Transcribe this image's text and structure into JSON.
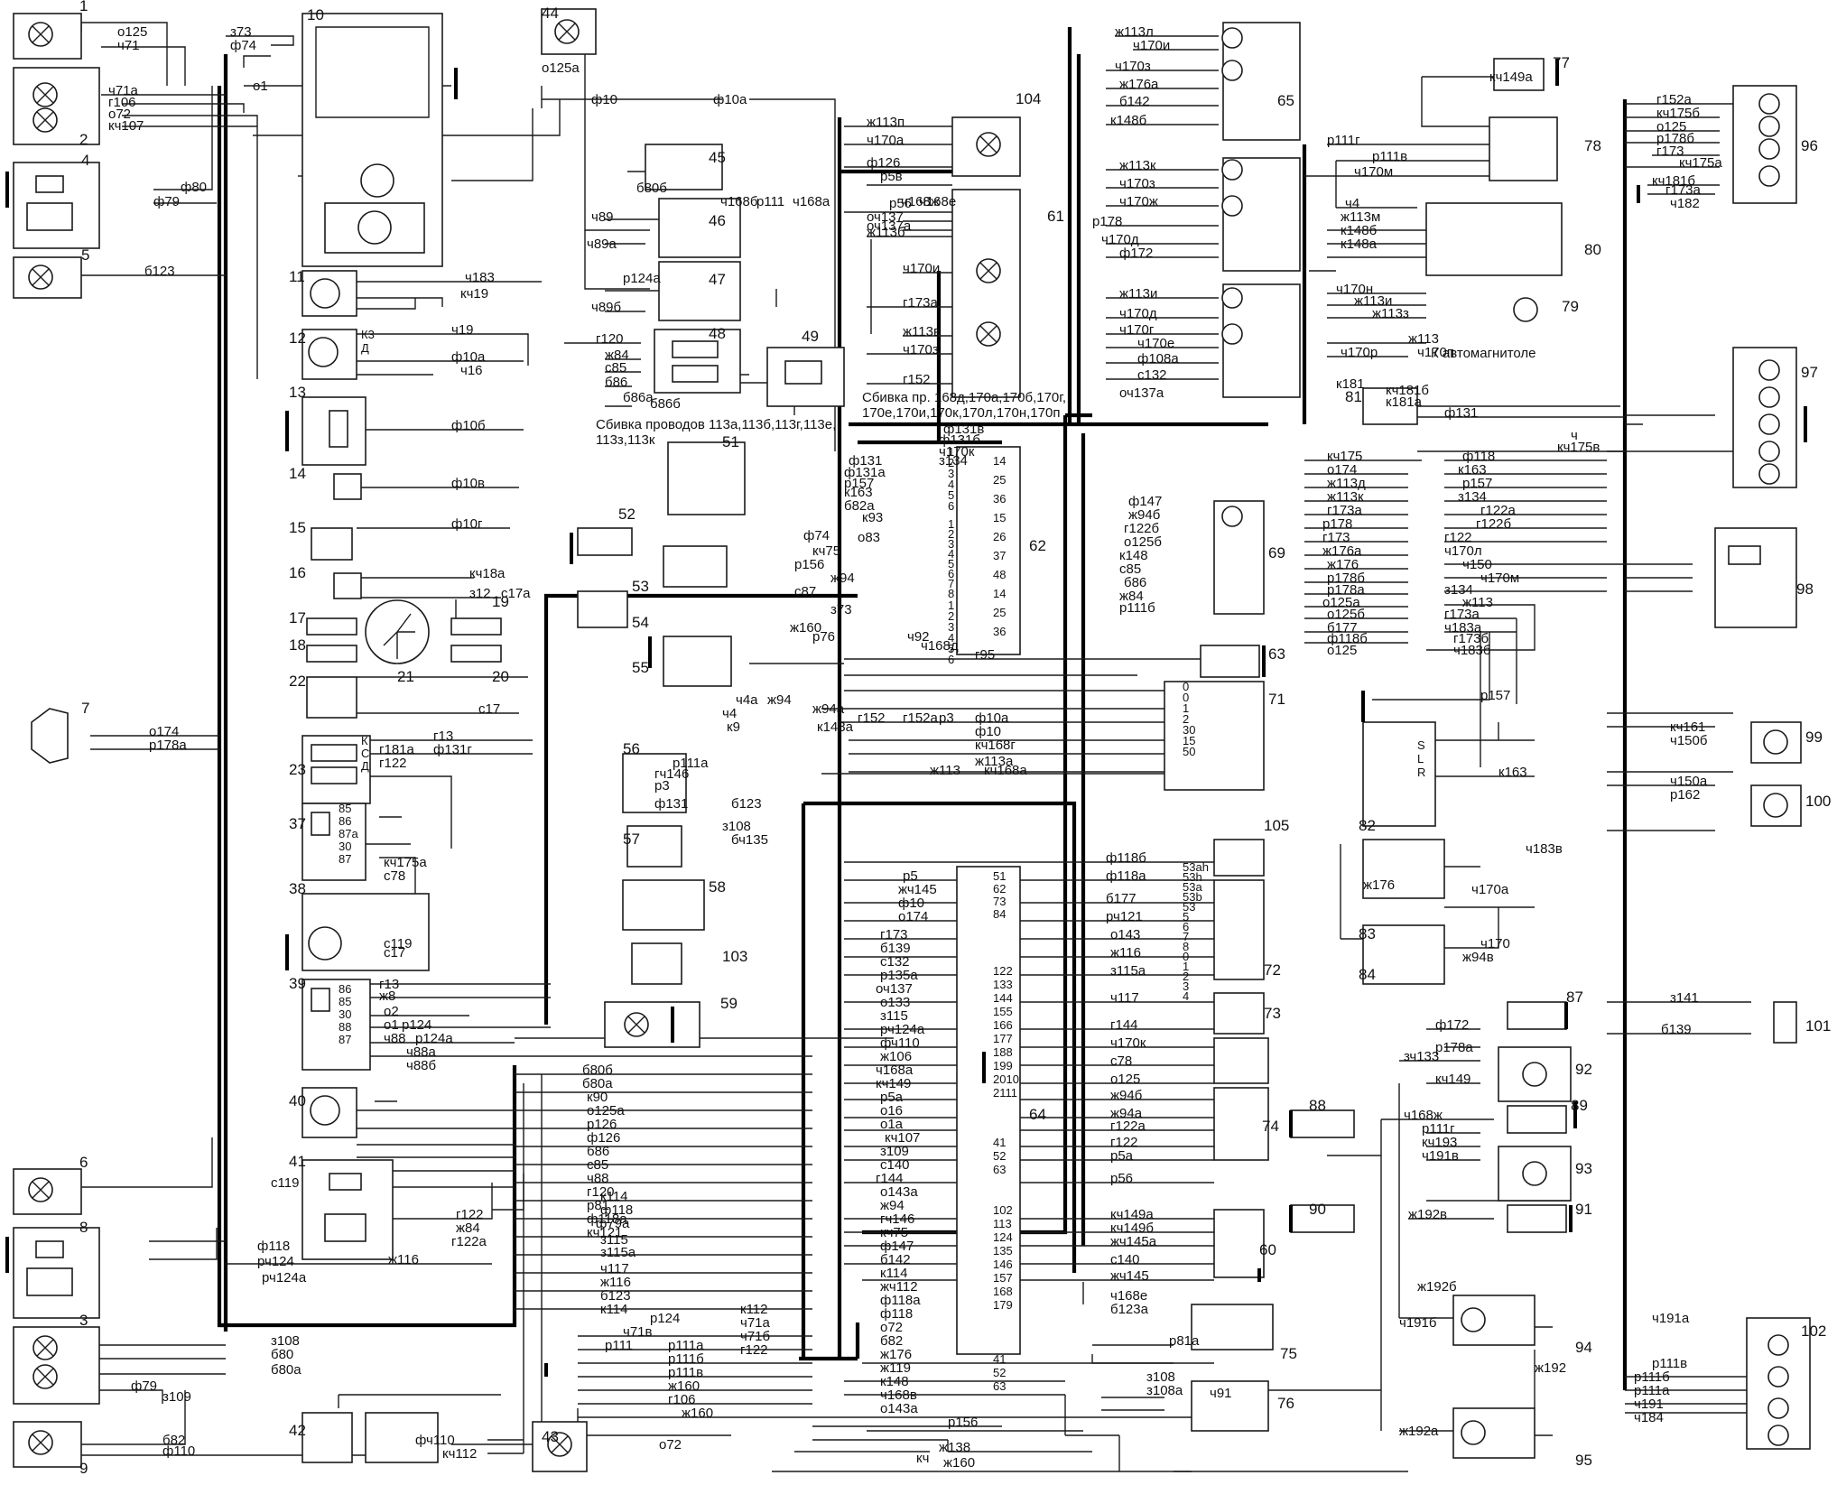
{
  "diagram": {
    "colors": {
      "ink": "#1a1a1a",
      "background": "#ffffff"
    },
    "notes": {
      "bundle_168": "Сбивка пр. 168д,170а,170б,170г,",
      "bundle_168b": "170е,170и,170к,170л,170н,170п",
      "bundle_113": "Сбивка проводов 113а,113б,113г,113е,",
      "bundle_113b": "113з,113к",
      "to_radio": "К автомагнитоле"
    },
    "components": [
      {
        "id": "c1",
        "number": "1",
        "icon": "lamp-icon"
      },
      {
        "id": "c2",
        "number": "2",
        "icon": "headlamp-icon"
      },
      {
        "id": "c3",
        "number": "3",
        "icon": "headlamp-icon"
      },
      {
        "id": "c4",
        "number": "4",
        "icon": "motor-icon"
      },
      {
        "id": "c5",
        "number": "5",
        "icon": "lamp-icon"
      },
      {
        "id": "c6",
        "number": "6",
        "icon": "lamp-icon"
      },
      {
        "id": "c7",
        "number": "7",
        "icon": "horn-icon"
      },
      {
        "id": "c8",
        "number": "8",
        "icon": "motor-icon"
      },
      {
        "id": "c9",
        "number": "9",
        "icon": "lamp-icon"
      },
      {
        "id": "c10",
        "number": "10",
        "icon": "generator-icon"
      },
      {
        "id": "c11",
        "number": "11",
        "icon": "sensor-icon"
      },
      {
        "id": "c12",
        "number": "12",
        "icon": "sensor-icon"
      },
      {
        "id": "c13",
        "number": "13",
        "icon": "regulator-icon"
      },
      {
        "id": "c14",
        "number": "14",
        "icon": "sensor-icon"
      },
      {
        "id": "c15",
        "number": "15",
        "icon": "switch-icon"
      },
      {
        "id": "c16",
        "number": "16",
        "icon": "sensor-icon"
      },
      {
        "id": "c17",
        "number": "17",
        "icon": "spark-plug-icon"
      },
      {
        "id": "c18",
        "number": "18",
        "icon": "spark-plug-icon"
      },
      {
        "id": "c19",
        "number": "19",
        "icon": "spark-plug-icon"
      },
      {
        "id": "c20",
        "number": "20",
        "icon": "spark-plug-icon"
      },
      {
        "id": "c21",
        "number": "21",
        "icon": "distributor-icon"
      },
      {
        "id": "c22",
        "number": "22",
        "icon": "coil-icon"
      },
      {
        "id": "c23",
        "number": "23",
        "icon": "ignition-module-icon"
      },
      {
        "id": "c37",
        "number": "37",
        "icon": "relay-icon"
      },
      {
        "id": "c38",
        "number": "38",
        "icon": "starter-icon"
      },
      {
        "id": "c39",
        "number": "39",
        "icon": "relay-icon"
      },
      {
        "id": "c40",
        "number": "40",
        "icon": "sensor-icon"
      },
      {
        "id": "c41",
        "number": "41",
        "icon": "motor-icon"
      },
      {
        "id": "c42",
        "number": "42",
        "icon": "socket-icon"
      },
      {
        "id": "c43",
        "number": "43",
        "icon": "lamp-icon"
      },
      {
        "id": "c44",
        "number": "44",
        "icon": "lamp-icon"
      },
      {
        "id": "c45",
        "number": "45",
        "icon": "switch-icon"
      },
      {
        "id": "c46",
        "number": "46",
        "icon": "motor-icon"
      },
      {
        "id": "c47",
        "number": "47",
        "icon": "motor-icon"
      },
      {
        "id": "c48",
        "number": "48",
        "icon": "resistor-icon"
      },
      {
        "id": "c49",
        "number": "49",
        "icon": "motor-icon"
      },
      {
        "id": "c51",
        "number": "51",
        "icon": "relay-icon"
      },
      {
        "id": "c52",
        "number": "52",
        "icon": "switch-icon"
      },
      {
        "id": "c53",
        "number": "53",
        "icon": "sensor-icon"
      },
      {
        "id": "c54",
        "number": "54",
        "icon": "switch-icon"
      },
      {
        "id": "c55",
        "number": "55",
        "icon": "sensor-icon"
      },
      {
        "id": "c56",
        "number": "56",
        "icon": "switch-icon"
      },
      {
        "id": "c57",
        "number": "57",
        "icon": "switch-icon"
      },
      {
        "id": "c58",
        "number": "58",
        "icon": "battery-icon"
      },
      {
        "id": "c59",
        "number": "59",
        "icon": "lamp-icon"
      },
      {
        "id": "c60",
        "number": "60",
        "icon": "unit-icon"
      },
      {
        "id": "c61",
        "number": "61",
        "icon": "switch-icon"
      },
      {
        "id": "c62",
        "number": "62",
        "icon": "fuse-block-icon"
      },
      {
        "id": "c63",
        "number": "63",
        "icon": "switch-icon"
      },
      {
        "id": "c64",
        "number": "64",
        "icon": "fuse-block-icon"
      },
      {
        "id": "c65",
        "number": "65",
        "icon": "switch-icon"
      },
      {
        "id": "c69",
        "number": "69",
        "icon": "switch-icon"
      },
      {
        "id": "c71",
        "number": "71",
        "icon": "switch-icon"
      },
      {
        "id": "c72",
        "number": "72",
        "icon": "switch-icon"
      },
      {
        "id": "c73",
        "number": "73",
        "icon": "switch-icon"
      },
      {
        "id": "c74",
        "number": "74",
        "icon": "switch-icon"
      },
      {
        "id": "c75",
        "number": "75",
        "icon": "lamp-icon"
      },
      {
        "id": "c76",
        "number": "76",
        "icon": "resistor-icon"
      },
      {
        "id": "c77",
        "number": "77",
        "icon": "lamp-icon"
      },
      {
        "id": "c78",
        "number": "78",
        "icon": "unit-icon"
      },
      {
        "id": "c79",
        "number": "79",
        "icon": "lamp-icon"
      },
      {
        "id": "c80",
        "number": "80",
        "icon": "lamp-icon"
      },
      {
        "id": "c81",
        "number": "81",
        "icon": "switch-icon"
      },
      {
        "id": "c82",
        "number": "82",
        "icon": "switch-icon"
      },
      {
        "id": "c83",
        "number": "83",
        "icon": "sensor-icon"
      },
      {
        "id": "c84",
        "number": "84",
        "icon": "sensor-icon"
      },
      {
        "id": "c87",
        "number": "87",
        "icon": "switch-icon"
      },
      {
        "id": "c88",
        "number": "88",
        "icon": "switch-icon"
      },
      {
        "id": "c89",
        "number": "89",
        "icon": "switch-icon"
      },
      {
        "id": "c90",
        "number": "90",
        "icon": "switch-icon"
      },
      {
        "id": "c91",
        "number": "91",
        "icon": "switch-icon"
      },
      {
        "id": "c92",
        "number": "92",
        "icon": "lamp-icon"
      },
      {
        "id": "c93",
        "number": "93",
        "icon": "lamp-icon"
      },
      {
        "id": "c94",
        "number": "94",
        "icon": "lamp-icon"
      },
      {
        "id": "c95",
        "number": "95",
        "icon": "lamp-icon"
      },
      {
        "id": "c96",
        "number": "96",
        "icon": "lamp-cluster-icon"
      },
      {
        "id": "c97",
        "number": "97",
        "icon": "lamp-cluster-icon"
      },
      {
        "id": "c98",
        "number": "98",
        "icon": "motor-icon"
      },
      {
        "id": "c99",
        "number": "99",
        "icon": "lamp-icon"
      },
      {
        "id": "c100",
        "number": "100",
        "icon": "lamp-icon"
      },
      {
        "id": "c101",
        "number": "101",
        "icon": "heater-icon"
      },
      {
        "id": "c102",
        "number": "102",
        "icon": "lamp-cluster-icon"
      },
      {
        "id": "c103",
        "number": "103",
        "icon": "relay-icon"
      },
      {
        "id": "c104",
        "number": "104",
        "icon": "lamp-icon"
      },
      {
        "id": "c105",
        "number": "105",
        "icon": "sensor-icon"
      }
    ],
    "wire_labels": [
      "о125",
      "ч71",
      "ч71а",
      "г106",
      "о72",
      "кч107",
      "ф80",
      "ф79",
      "б123",
      "з73",
      "ф74",
      "о1",
      "о125а",
      "ф10",
      "ф10а",
      "б80б",
      "ч89",
      "ч89а",
      "р124а",
      "ч89б",
      "г120",
      "ж84",
      "с85",
      "б86",
      "б86а",
      "б86б",
      "ж113л",
      "ч170и",
      "ч170з",
      "ж176а",
      "б142",
      "к148б",
      "ж113к",
      "ч170з",
      "ч170ж",
      "р178",
      "ч170д",
      "ф172",
      "ж113и",
      "ч170д",
      "ч170г",
      "ч170е",
      "ф108а",
      "с132",
      "оч137а",
      "ж113п",
      "ч170а",
      "ф126",
      "р5в",
      "р56",
      "оч137",
      "оч137а",
      "ж113б",
      "ч170и",
      "г173а",
      "ж113в",
      "ч170з",
      "г152",
      "кч149а",
      "р111г",
      "р111в",
      "ч170м",
      "ч4",
      "ж113м",
      "к148б",
      "к148а",
      "ч170н",
      "ж113и",
      "ж113з",
      "ж113",
      "ч170п",
      "ч170р",
      "г152а",
      "кч175б",
      "о125",
      "р178б",
      "г173",
      "кч175а",
      "кч181б",
      "г173а",
      "ч182",
      "ч183",
      "кч19",
      "ч19",
      "ф10а",
      "ч16",
      "ф10б",
      "ф10в",
      "ф10г",
      "кч18а",
      "з12",
      "с17а",
      "с17",
      "г13",
      "ф131г",
      "ф131в",
      "ф131б",
      "ч170к",
      "з134",
      "ф131",
      "ф131а",
      "р157",
      "к163",
      "б82а",
      "к93",
      "о83",
      "ф74",
      "кч75",
      "р156",
      "ж94",
      "с87",
      "з73",
      "ж160",
      "р76",
      "ч92",
      "ч168д",
      "г95",
      "ч4а",
      "ж94",
      "ч4",
      "ж94а",
      "к9",
      "к148а",
      "г152",
      "г152а",
      "р3",
      "ф10а",
      "ф10",
      "кч168г",
      "ж113а",
      "кч168а",
      "ж113",
      "к181",
      "кч181б",
      "к181а",
      "ф131",
      "кч175в",
      "ч",
      "кч175",
      "о174",
      "ж113д",
      "ж113к",
      "г173а",
      "р178",
      "г173",
      "ж176а",
      "ж176",
      "р178б",
      "р178а",
      "о125а",
      "о125б",
      "б177",
      "ф118б",
      "о125",
      "ф118",
      "к163",
      "р157",
      "з134",
      "г122а",
      "г122б",
      "г122",
      "ч170л",
      "ч150",
      "ч170м",
      "з134",
      "ж113",
      "г173а",
      "ч183а",
      "г173б",
      "ч183б",
      "р157",
      "кч161",
      "ч150б",
      "ч150а",
      "р162",
      "к163",
      "ч183в",
      "ж176",
      "ч170а",
      "ч170",
      "ж94в",
      "з141",
      "б139",
      "ф147",
      "ж94б",
      "г122б",
      "о125б",
      "к148",
      "с85",
      "б86",
      "ж84",
      "р111б",
      "р111а",
      "гч146",
      "р3",
      "ф131",
      "б123",
      "з108",
      "бч135",
      "р5",
      "жч145",
      "ф10",
      "о174",
      "г173",
      "б139",
      "с132",
      "р135а",
      "оч137",
      "о133",
      "з115",
      "рч124а",
      "фч110",
      "ж106",
      "ч168а",
      "кч149",
      "р5а",
      "о16",
      "о1а",
      "кч107",
      "з109",
      "с140",
      "г144",
      "о143а",
      "ж94",
      "гч146",
      "кч75",
      "ф147",
      "б142",
      "к114",
      "жч112",
      "ф118а",
      "ф118",
      "о72",
      "б82",
      "ж176",
      "ж119",
      "к148",
      "ч168в",
      "о143а",
      "ф118б",
      "ф118а",
      "б177",
      "рч121",
      "о143",
      "ж116",
      "з115а",
      "ч117",
      "г144",
      "ч170к",
      "с78",
      "о125",
      "ж94б",
      "ж94а",
      "г122а",
      "г122",
      "р5а",
      "р56",
      "кч149а",
      "кч149б",
      "жч145а",
      "с140",
      "жч145",
      "ч168е",
      "б123а",
      "ф172",
      "р178а",
      "зч133",
      "кч149",
      "ч168ж",
      "р111г",
      "кч193",
      "ч191в",
      "ж192в",
      "ж192б",
      "ч191б",
      "ж192а",
      "ж192",
      "ч191а",
      "р111в",
      "р111б",
      "р111а",
      "ч191",
      "ч184",
      "о174",
      "р178а",
      "г181а",
      "г122",
      "кч175а",
      "с78",
      "с119",
      "с17",
      "г13",
      "ж8",
      "о2",
      "о1",
      "ч88",
      "ч88а",
      "ч88б",
      "р124",
      "р124а",
      "б80б",
      "б80а",
      "к90",
      "о125а",
      "р126",
      "ф126",
      "б86",
      "с85",
      "ч88",
      "г120",
      "р81",
      "ф118а",
      "кч121",
      "г122",
      "ж84",
      "г122а",
      "ж116",
      "к114",
      "ф118",
      "ф79а",
      "з115",
      "з115а",
      "ч117",
      "ж116",
      "б123",
      "к114",
      "р124",
      "с119",
      "ф118",
      "рч124",
      "рч124а",
      "з108",
      "б80",
      "б80а",
      "ф79",
      "з109",
      "б82",
      "ф110",
      "к112",
      "ч71а",
      "ч71б",
      "г122",
      "ч71в",
      "р111",
      "р111а",
      "р111б",
      "р111в",
      "ж160",
      "г106",
      "ж160",
      "о72",
      "фч110",
      "кч112",
      "з108",
      "з108а",
      "ч91",
      "р81а",
      "р156",
      "ж138",
      "ж160",
      "кч",
      "ч168б",
      "р111",
      "ч168а",
      "ч168ж",
      "ч168е"
    ],
    "connector_blocks": {
      "X1_top": [
        "1",
        "2",
        "3",
        "4",
        "5",
        "6"
      ],
      "X2_top": [
        "1",
        "2",
        "3",
        "4",
        "5",
        "6",
        "7",
        "8"
      ],
      "X3_top": [
        "1",
        "2",
        "3",
        "4",
        "5",
        "6"
      ],
      "fuses_top": [
        "14",
        "25",
        "36",
        "15",
        "26",
        "37",
        "48",
        "14",
        "25",
        "36"
      ],
      "X1_bottom": [
        "51",
        "62",
        "73",
        "84"
      ],
      "X2_bottom": [
        "122",
        "133",
        "144",
        "155",
        "166",
        "177",
        "188",
        "199",
        "2010",
        "2111"
      ],
      "X3_bottom": [
        "41",
        "52",
        "63"
      ],
      "X4_bottom": [
        "102",
        "113",
        "124",
        "135",
        "146",
        "157",
        "168",
        "179"
      ],
      "X5_bottom": [
        "41",
        "52",
        "63"
      ]
    },
    "relay_pins": {
      "r37": [
        "85",
        "86",
        "87a",
        "30",
        "87"
      ],
      "r39": [
        "86",
        "85",
        "30",
        "88",
        "87"
      ],
      "r23": [
        "К",
        "С",
        "Д"
      ],
      "r12": [
        "К3",
        "Д"
      ],
      "r71": [
        "0",
        "0",
        "1",
        "2",
        "30",
        "15",
        "50"
      ],
      "r72": [
        "53ah",
        "53h",
        "53a",
        "53b",
        "53",
        "5",
        "6",
        "7",
        "8",
        "0",
        "1",
        "2",
        "3",
        "4"
      ],
      "r82": [
        "S",
        "L",
        "R"
      ]
    }
  }
}
